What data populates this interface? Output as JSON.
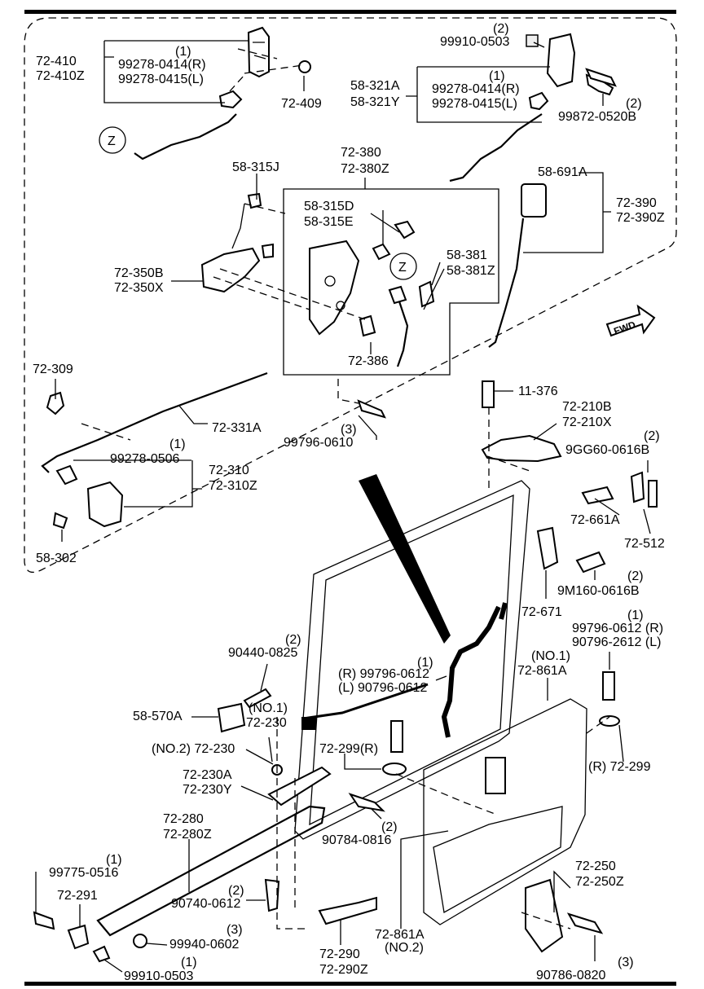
{
  "callouts": {
    "c1": [
      "72-410",
      "72-410Z"
    ],
    "c2": [
      "(1)",
      "99278-0414(R)",
      "99278-0415(L)"
    ],
    "c3": [
      "72-409"
    ],
    "c4": [
      "(2)",
      "99910-0503"
    ],
    "c5": [
      "58-321A",
      "58-321Y"
    ],
    "c6": [
      "(1)",
      "99278-0414(R)",
      "99278-0415(L)"
    ],
    "c7": [
      "(2)",
      "99872-0520B"
    ],
    "c8": [
      "72-380",
      "72-380Z"
    ],
    "c9": [
      "58-315J"
    ],
    "c10": [
      "58-315D",
      "58-315E"
    ],
    "c11": [
      "58-691A"
    ],
    "c12": [
      "72-390",
      "72-390Z"
    ],
    "c13": [
      "58-381",
      "58-381Z"
    ],
    "c14": [
      "72-350B",
      "72-350X"
    ],
    "c15": [
      "72-386"
    ],
    "c16": [
      "72-309"
    ],
    "c17": [
      "72-331A"
    ],
    "c18": [
      "(3)",
      "99796-0610"
    ],
    "c19": [
      "11-376"
    ],
    "c20": [
      "72-210B",
      "72-210X"
    ],
    "c21": [
      "(1)",
      "99278-0506"
    ],
    "c22": [
      "72-310",
      "72-310Z"
    ],
    "c23": [
      "(2)",
      "9GG60-0616B"
    ],
    "c24": [
      "58-302"
    ],
    "c25": [
      "72-661A"
    ],
    "c26": [
      "72-512"
    ],
    "c27": [
      "(2)",
      "9M160-0616B"
    ],
    "c28": [
      "72-671"
    ],
    "c29": [
      "(1)",
      "99796-0612 (R)",
      "90796-2612 (L)"
    ],
    "c30": [
      "(2)",
      "90440-0825"
    ],
    "c31": [
      "(1)",
      "(R) 99796-0612",
      "(L) 90796-0612"
    ],
    "c32": [
      "(NO.1)",
      "72-861A"
    ],
    "c33": [
      "58-570A"
    ],
    "c34": [
      "(NO.1)",
      "72-230"
    ],
    "c35": [
      "(NO.2) 72-230"
    ],
    "c36": [
      "72-299(R)"
    ],
    "c37": [
      "(R) 72-299"
    ],
    "c38": [
      "72-230A",
      "72-230Y"
    ],
    "c39": [
      "(2)",
      "90784-0816"
    ],
    "c40": [
      "72-280",
      "72-280Z"
    ],
    "c41": [
      "(1)",
      "99775-0516"
    ],
    "c42": [
      "72-291"
    ],
    "c43": [
      "(2)",
      "90740-0612"
    ],
    "c44": [
      "(3)",
      "99940-0602"
    ],
    "c45": [
      "(1)",
      "99910-0503"
    ],
    "c46": [
      "72-290",
      "72-290Z"
    ],
    "c47": [
      "72-861A",
      "(NO.2)"
    ],
    "c48": [
      "72-250",
      "72-250Z"
    ],
    "c49": [
      "(3)",
      "90786-0820"
    ]
  },
  "circle_markers": [
    "Z",
    "Z"
  ],
  "direction_arrow": "FWD",
  "icons": {
    "marker": "circle-letter-icon",
    "arrow": "fwd-arrow-icon"
  }
}
